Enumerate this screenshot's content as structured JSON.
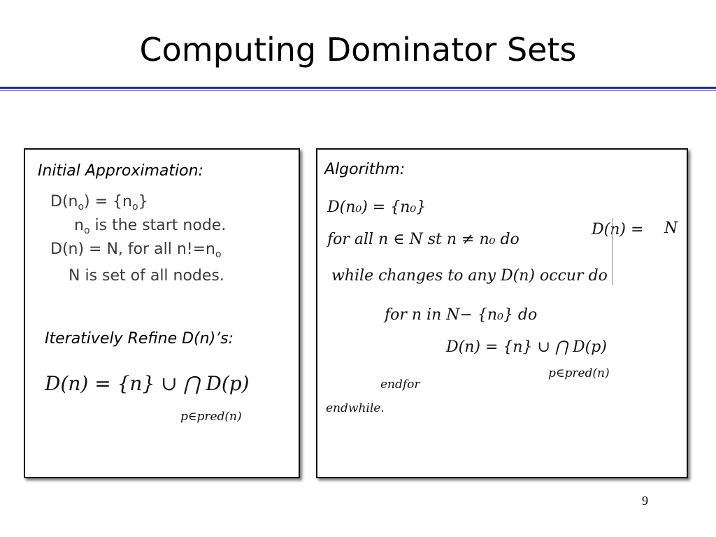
{
  "slide": {
    "title": "Computing Dominator Sets",
    "page_number": "9"
  },
  "left": {
    "heading_initial": "Initial Approximation:",
    "line1_pre": "D(n",
    "line1_sub": "o",
    "line1_mid": ") = {n",
    "line1_sub2": "o",
    "line1_post": "}",
    "line2_pre": "n",
    "line2_sub": "o",
    "line2_post": " is the start node.",
    "line3_pre": "D(n) = N, for all n!=n",
    "line3_sub": "o",
    "line4": "N is set of all nodes.",
    "heading_refine": "Iteratively Refine D(n)’s:",
    "formula_main": "D(n) = {n} ∪ ⋂ D(p)",
    "formula_under": "p∈pred(n)"
  },
  "right": {
    "heading": "Algorithm:",
    "l1": "D(n₀) = {n₀}",
    "l2a": "for all  n ∈ N  st  n ≠ n₀  do",
    "l2b": "D(n) =",
    "l2c": "N",
    "l3": "while changes to any D(n) occur  do",
    "l4": "for  n  in  N− {n₀}  do",
    "l5": "D(n) = {n} ∪ ⋂ D(p)",
    "l5_under": "p∈pred(n)",
    "l6": "endfor",
    "l7": "endwhile."
  }
}
